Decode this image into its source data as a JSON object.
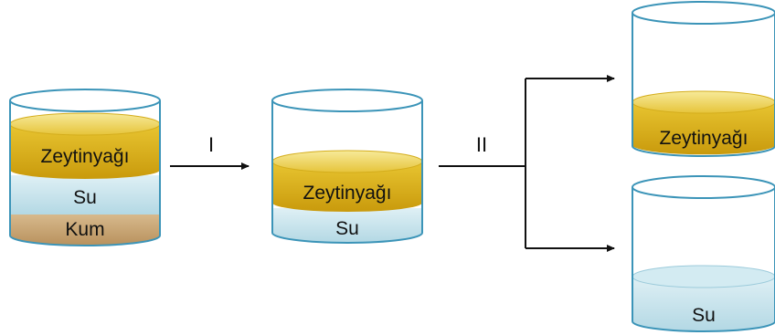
{
  "steps": {
    "first": "I",
    "second": "II"
  },
  "containers": {
    "mixture": {
      "top": "Zeytinyağı",
      "middle": "Su",
      "bottom": "Kum"
    },
    "after_filtering": {
      "top": "Zeytinyağı",
      "bottom": "Su"
    },
    "separated_oil": {
      "layer": "Zeytinyağı"
    },
    "separated_water": {
      "layer": "Su"
    }
  },
  "colors": {
    "oil": "#e2bb1c",
    "oil_light": "#f4e27a",
    "water": "#c7e3ec",
    "sand": "#c9a77a",
    "rim": "#3b94b8"
  }
}
